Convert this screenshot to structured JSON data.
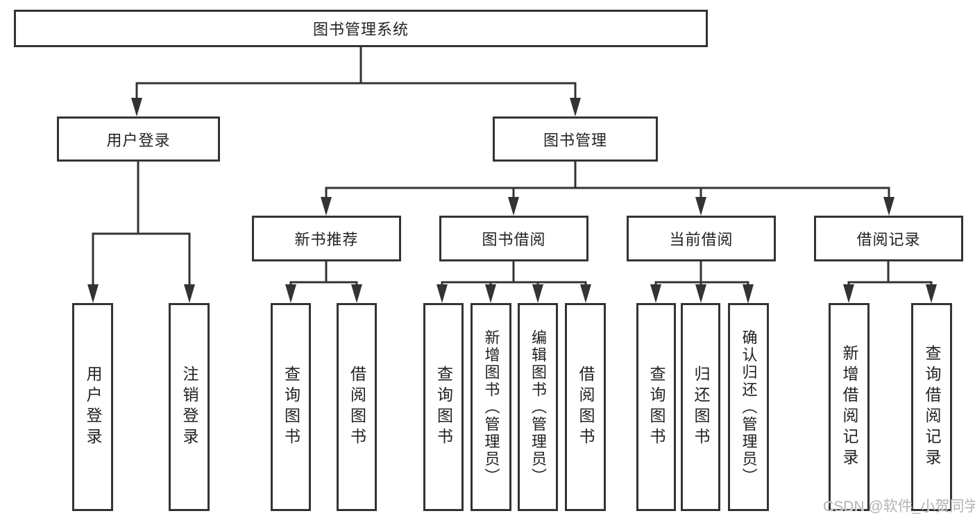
{
  "tree": {
    "label": "图书管理系统",
    "children": [
      {
        "label": "用户登录",
        "children": [
          {
            "label": "用户登录"
          },
          {
            "label": "注销登录"
          }
        ]
      },
      {
        "label": "图书管理",
        "children": [
          {
            "label": "新书推荐",
            "children": [
              {
                "label": "查询图书"
              },
              {
                "label": "借阅图书"
              }
            ]
          },
          {
            "label": "图书借阅",
            "children": [
              {
                "label": "查询图书"
              },
              {
                "label": "新增图书（管理员）"
              },
              {
                "label": "编辑图书（管理员）"
              },
              {
                "label": "借阅图书"
              }
            ]
          },
          {
            "label": "当前借阅",
            "children": [
              {
                "label": "查询图书"
              },
              {
                "label": "归还图书"
              },
              {
                "label": "确认归还（管理员）"
              }
            ]
          },
          {
            "label": "借阅记录",
            "children": [
              {
                "label": "新增借阅记录"
              },
              {
                "label": "查询借阅记录"
              }
            ]
          }
        ]
      }
    ]
  },
  "watermark": "CSDN @软件_小贺同学",
  "colors": {
    "line": "#333333",
    "text": "#222222",
    "background": "#ffffff",
    "watermark": "#b3b3b3"
  }
}
